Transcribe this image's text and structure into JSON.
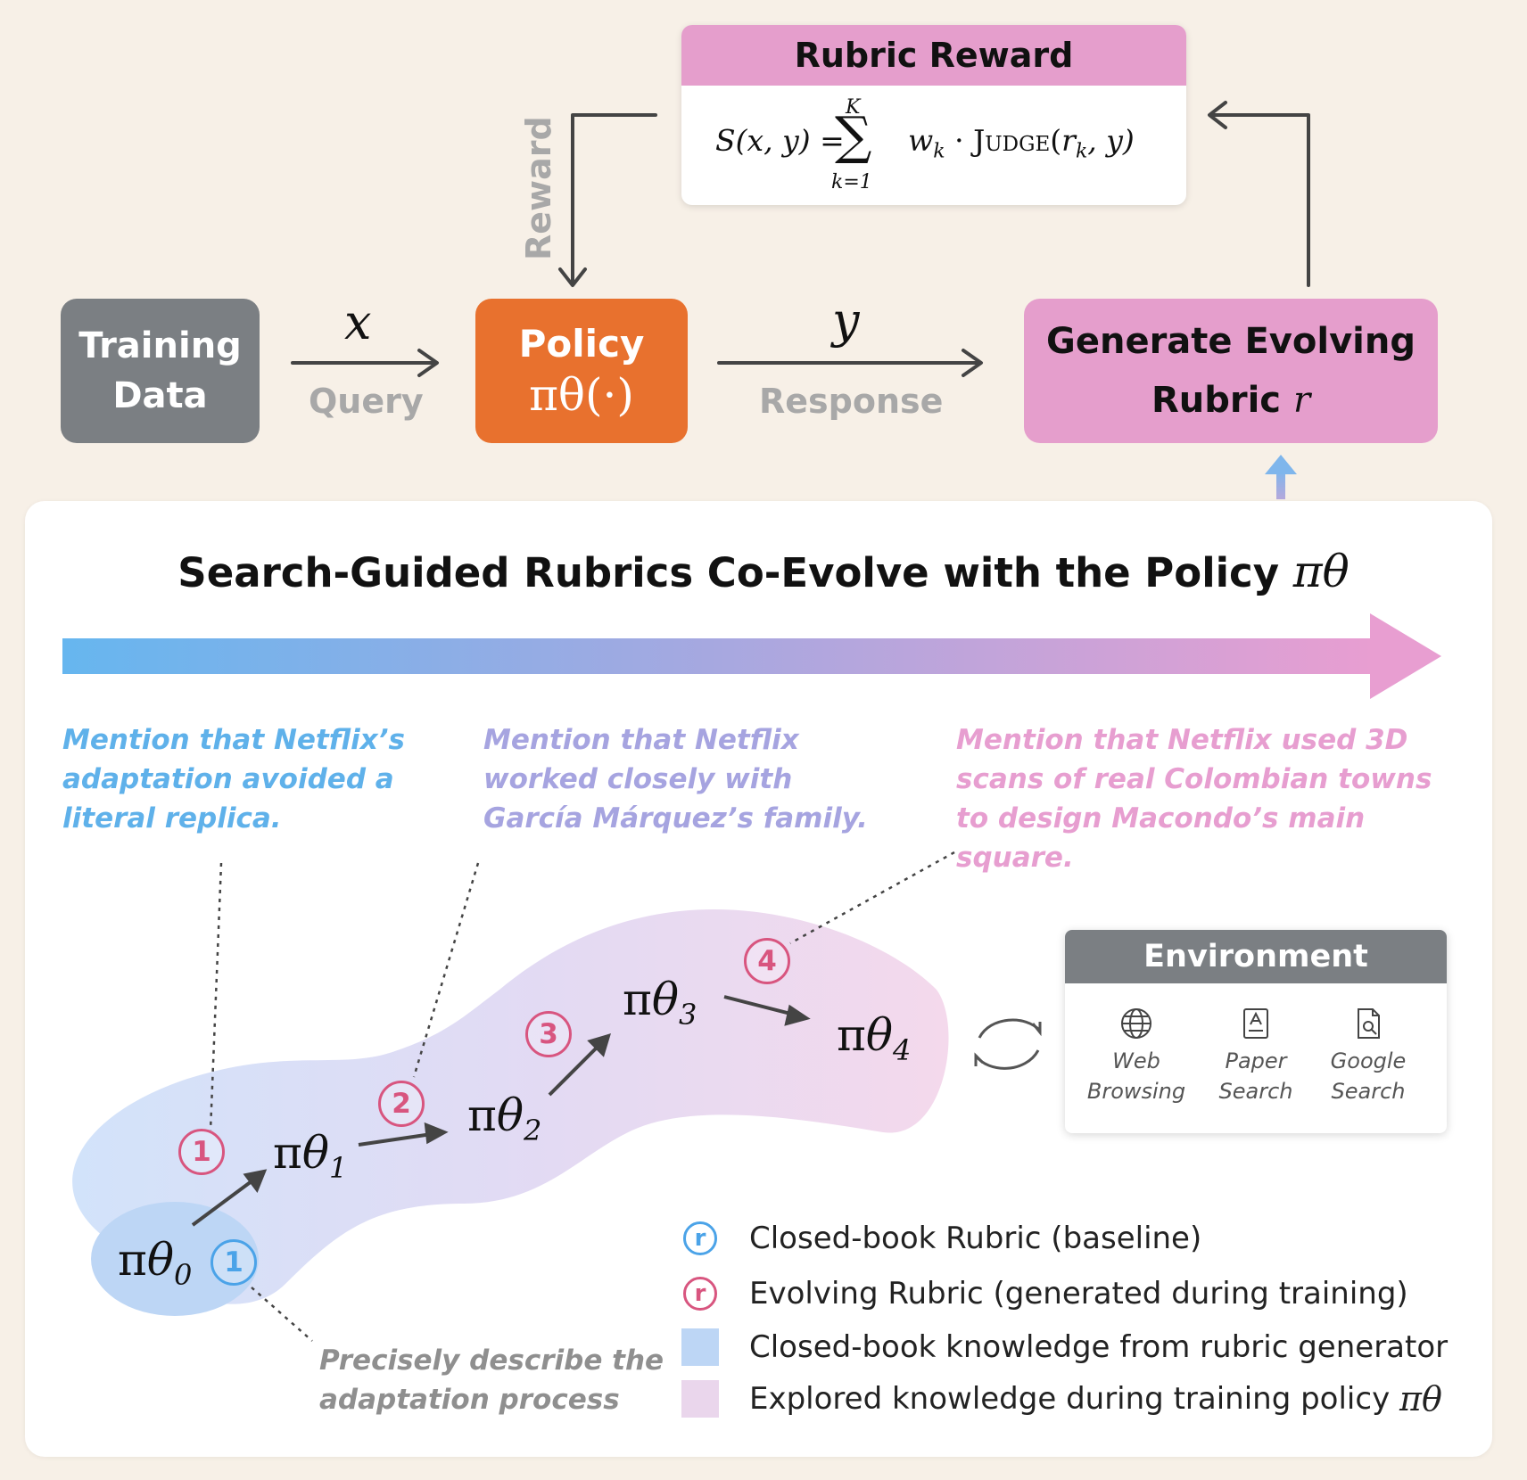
{
  "top": {
    "training_data": [
      "Training",
      "Data"
    ],
    "policy_label": "Policy",
    "policy_symbol": "πθ(·)",
    "query_var": "x",
    "query_label": "Query",
    "response_var": "y",
    "response_label": "Response",
    "generate_line1": "Generate Evolving",
    "generate_line2": "Rubric",
    "generate_var": "r",
    "reward_label": "Reward",
    "rubric_reward_title": "Rubric Reward",
    "formula": {
      "lhs": "S(x, y) =",
      "sum": "∑",
      "upper": "K",
      "lower": "k=1",
      "rhs_w": "w",
      "rhs_k": "k",
      "rhs_judge": "· Judge(",
      "rhs_r": "r",
      "rhs_end": ", y)"
    }
  },
  "panel": {
    "title": "Search-Guided Rubrics Co-Evolve with the Policy",
    "title_symbol": "πθ",
    "notes": [
      "Mention that Netflix’s adaptation avoided a literal replica.",
      "Mention that Netflix worked closely with García Márquez’s family.",
      "Mention that Netflix used 3D scans of real Colombian towns to design Macondo’s main square."
    ],
    "bottom_note": "Precisely describe the adaptation process",
    "policies": [
      {
        "pi": "π",
        "theta": "θ",
        "sub": "0"
      },
      {
        "pi": "π",
        "theta": "θ",
        "sub": "1"
      },
      {
        "pi": "π",
        "theta": "θ",
        "sub": "2"
      },
      {
        "pi": "π",
        "theta": "θ",
        "sub": "3"
      },
      {
        "pi": "π",
        "theta": "θ",
        "sub": "4"
      }
    ],
    "markers": [
      "1",
      "1",
      "2",
      "3",
      "4"
    ],
    "environment": {
      "title": "Environment",
      "tools": [
        {
          "line1": "Web",
          "line2": "Browsing",
          "icon": "globe-icon"
        },
        {
          "line1": "Paper",
          "line2": "Search",
          "icon": "document-icon"
        },
        {
          "line1": "Google",
          "line2": "Search",
          "icon": "file-search-icon"
        }
      ]
    },
    "legend": [
      {
        "mark": "r",
        "text": "Closed-book Rubric (baseline)"
      },
      {
        "mark": "r",
        "text": "Evolving Rubric (generated during training)"
      },
      {
        "text": "Closed-book knowledge from rubric generator"
      },
      {
        "text": "Explored knowledge during training policy",
        "symbol": "πθ"
      }
    ]
  },
  "colors": {
    "background": "#f7f0e7",
    "training_box": "#7b7f83",
    "policy_box": "#e8712e",
    "rubric_pink": "#e59ecc",
    "blue": "#5fb1ea",
    "lavender": "#a6a4e0",
    "pink": "#e79ed0",
    "evolving_red": "#d8557f"
  }
}
